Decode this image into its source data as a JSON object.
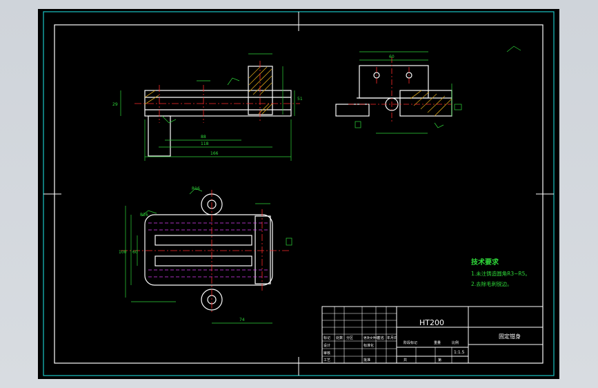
{
  "drawing": {
    "material": "HT200",
    "part_name": "固定钳身",
    "scale": "1:1.5",
    "tech_title": "技术要求",
    "tech_notes": [
      "1.未注铸造圆角R3~R5。",
      "2.去除毛刺锐边。"
    ],
    "title_block": {
      "row_labels": [
        "标记",
        "处数",
        "分区",
        "更改文件号",
        "签名",
        "年月日"
      ],
      "design": "设计",
      "check": "审核",
      "process": "工艺",
      "standard": "标准化",
      "approve": "批准",
      "stage_mark": "阶段标记",
      "weight": "重量",
      "scale_label": "比例",
      "sheet_total": "共",
      "sheet_num": "第"
    },
    "dims": {
      "front_len_166": "166",
      "front_len_118": "118",
      "front_len_88": "88",
      "front_h_29": "29",
      "front_h_51": "51",
      "side_w_60": "60",
      "plan_r16": "R16",
      "plan_r26": "R26",
      "plan_len_74": "74",
      "plan_w_100": "100",
      "plan_w_60": "60"
    },
    "colors": {
      "background": "#000000",
      "outline": "#ffffff",
      "dimension": "#2fd93a",
      "centerline": "#ff2a2a",
      "hatch": "#d4a017",
      "hidden": "#e040fb",
      "frame": "#19c6c6"
    }
  }
}
